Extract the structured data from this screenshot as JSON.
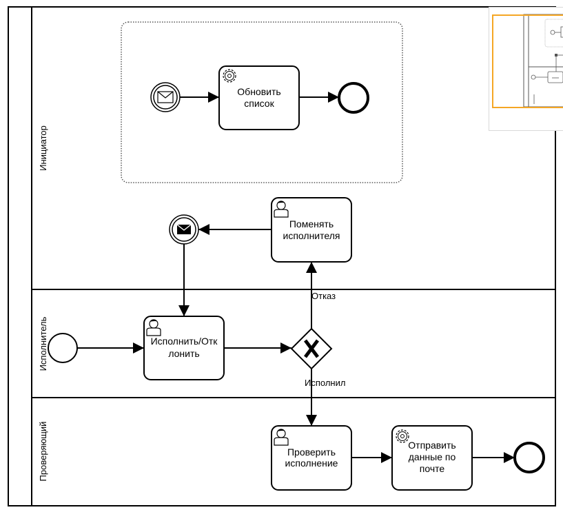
{
  "pool": {
    "lanes": [
      {
        "name": "Инициатор"
      },
      {
        "name": "Исполнитель"
      },
      {
        "name": "Проверяющий"
      }
    ]
  },
  "tasks": {
    "update_list": {
      "line1": "Обновить",
      "line2": "список",
      "kind": "service"
    },
    "change_performer": {
      "line1": "Поменять",
      "line2": "исполнителя",
      "kind": "user"
    },
    "execute_reject": {
      "line1": "Исполнить/Отк",
      "line2": "лонить",
      "kind": "user"
    },
    "check_execution": {
      "line1": "Проверить",
      "line2": "исполнение",
      "kind": "user"
    },
    "send_mail": {
      "line1": "Отправить",
      "line2": "данные по",
      "line3": "почте",
      "kind": "service"
    }
  },
  "gateway": {
    "type": "exclusive",
    "symbol": "X"
  },
  "flows": {
    "reject_label": "Отказ",
    "done_label": "Исполнил"
  },
  "colors": {
    "stroke": "#000000",
    "minimap_frame": "#f5a623",
    "subprocess_border": "#555555"
  }
}
